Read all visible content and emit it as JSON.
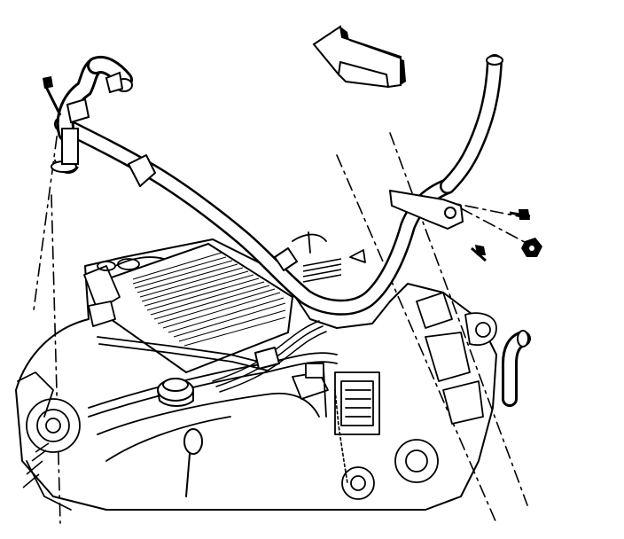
{
  "diagram": {
    "colors": {
      "ink": "#000000",
      "paper": "#ffffff"
    },
    "direction_arrow": {
      "icon": "arrow-left-icon",
      "meaning": "front-of-vehicle"
    },
    "parts": [
      {
        "name": "heater-inlet-pipe",
        "icon": "pipe-shape"
      },
      {
        "name": "heater-hose-left",
        "icon": "hose-shape"
      },
      {
        "name": "heater-hose-right",
        "icon": "hose-shape"
      },
      {
        "name": "pipe-bolt-left",
        "icon": "bolt-icon"
      },
      {
        "name": "pipe-bolt-right",
        "icon": "bolt-icon"
      },
      {
        "name": "pipe-nut-right",
        "icon": "nut-icon"
      },
      {
        "name": "engine-intake-manifold",
        "icon": "engine-shape"
      }
    ]
  }
}
